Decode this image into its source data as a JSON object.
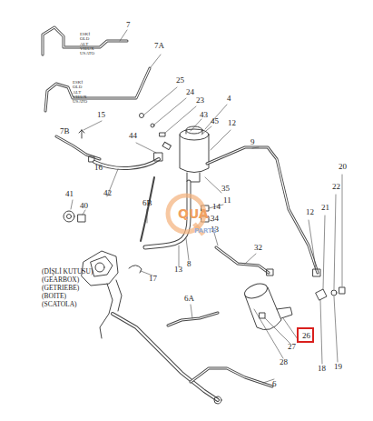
{
  "diagram": {
    "nodes": [
      {
        "text": [
          "26"
        ]
      }
    ],
    "edges": [],
    "labels": [
      "7",
      "7A",
      "ESKİ OLD ALT VIEUX USATO",
      "ESKİ OLD ALT VIEUX USATO",
      "15",
      "7B",
      "16",
      "41",
      "40",
      "42",
      "44",
      "6B",
      "25",
      "24",
      "23",
      "4",
      "43",
      "45",
      "12",
      "9",
      "35",
      "11",
      "14",
      "34",
      "13",
      "13",
      "8",
      "32",
      "17",
      "20",
      "22",
      "12",
      "21",
      "27",
      "28",
      "18",
      "19",
      "6A",
      "6",
      "(DİŞLİ KUTUSU)",
      "(GEARBOX)",
      "(GETRIEBE)",
      "(BOITE)",
      "(SCATOLA)",
      "QUA",
      "PARTS"
    ]
  }
}
